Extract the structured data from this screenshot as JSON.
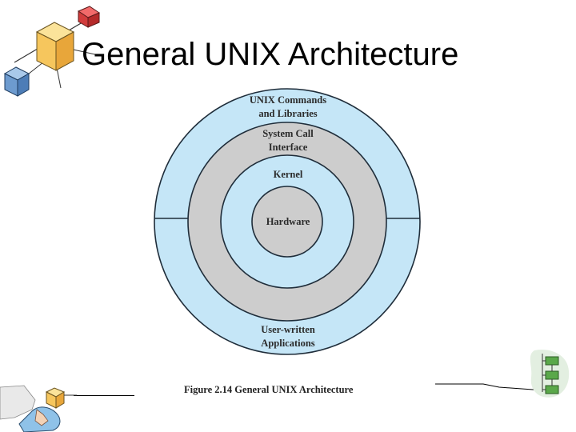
{
  "slide": {
    "title": "General UNIX Architecture"
  },
  "diagram": {
    "layers": [
      {
        "lines": [
          "UNIX Commands",
          "and Libraries"
        ],
        "color": "#c5e6f7"
      },
      {
        "lines": [
          "System Call",
          "Interface"
        ],
        "color": "#cdcdcd"
      },
      {
        "lines": [
          "Kernel"
        ],
        "color": "#c5e6f7"
      },
      {
        "lines": [
          "Hardware"
        ],
        "color": "#cdcdcd"
      }
    ],
    "bottom_label": [
      "User-written",
      "Applications"
    ],
    "caption": "Figure 2.14  General UNIX Architecture"
  },
  "decorations": {
    "top_left": "cubes-clipart",
    "bottom_left": "hand-cube-clipart",
    "bottom_right": "flowchart-clipart"
  }
}
